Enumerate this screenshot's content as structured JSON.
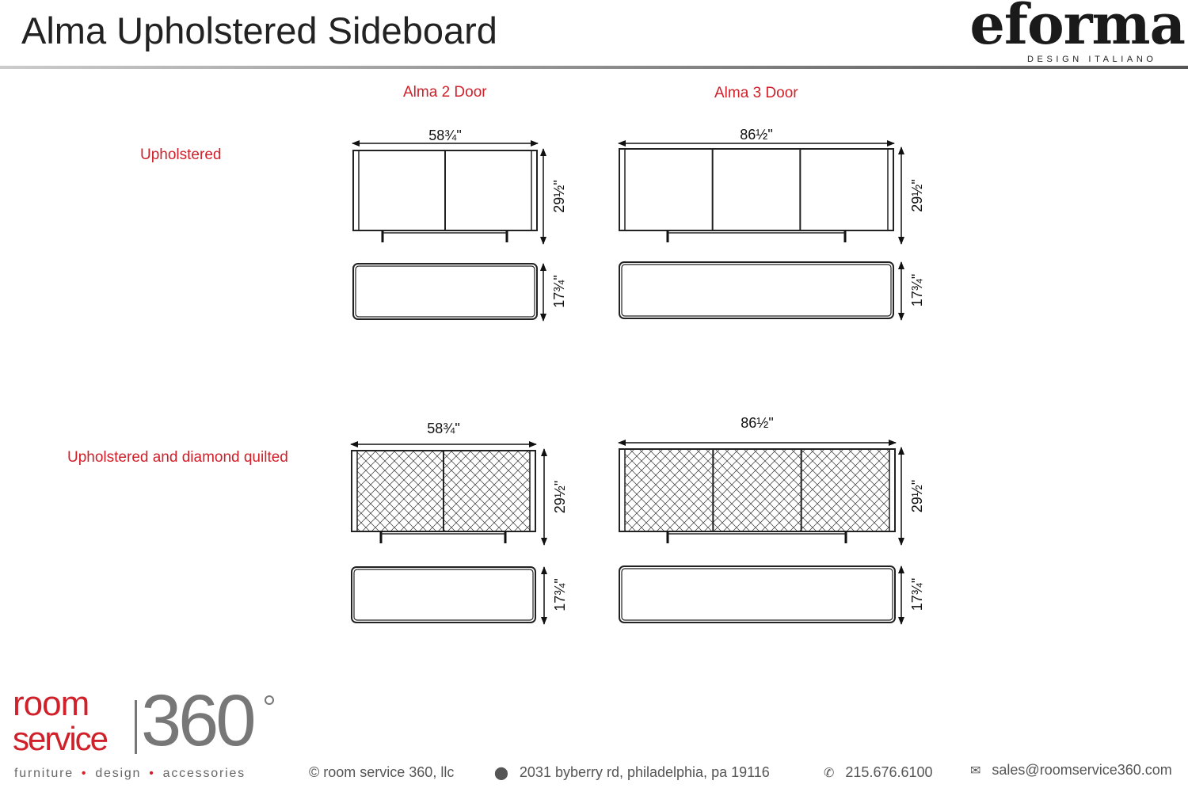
{
  "header": {
    "title": "Alma Upholstered Sideboard",
    "brand": "eforma",
    "brand_tagline": "DESIGN ITALIANO"
  },
  "columns": [
    "Alma 2 Door",
    "Alma 3 Door"
  ],
  "rows": [
    {
      "label": "Upholstered",
      "quilted": false,
      "two_door": {
        "width": "58¾\"",
        "height": "29½\"",
        "depth": "17¾\""
      },
      "three_door": {
        "width": "86½\"",
        "height": "29½\"",
        "depth": "17¾\""
      }
    },
    {
      "label": "Upholstered and diamond quilted",
      "quilted": true,
      "two_door": {
        "width": "58¾\"",
        "height": "29½\"",
        "depth": "17¾\""
      },
      "three_door": {
        "width": "86½\"",
        "height": "29½\"",
        "depth": "17¾\""
      }
    }
  ],
  "footer": {
    "logo_line1": "room",
    "logo_line2": "service",
    "logo_number": "360",
    "tagline": [
      "furniture",
      "design",
      "accessories"
    ],
    "copyright": "© room service 360, llc",
    "address": "2031 byberry rd, philadelphia, pa 19116",
    "phone": "215.676.6100",
    "email": "sales@roomservice360.com",
    "icons": [
      "map-pin-icon",
      "phone-icon",
      "envelope-icon"
    ]
  },
  "colors": {
    "accent": "#d0202a",
    "line": "#222222"
  }
}
